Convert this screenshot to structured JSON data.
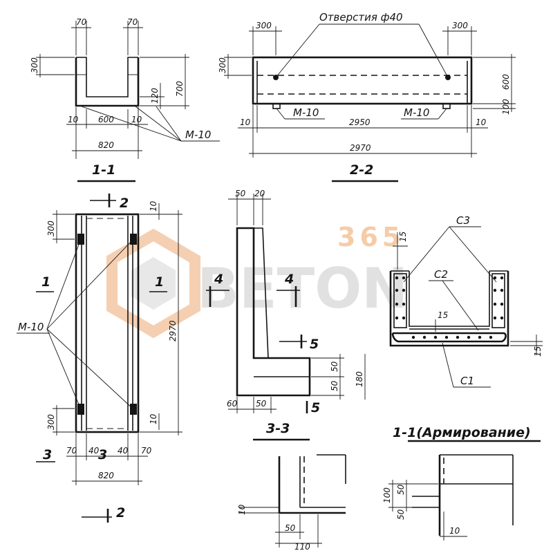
{
  "sections": {
    "s11": {
      "title": "1-1",
      "dims": [
        "70",
        "70",
        "300",
        "700",
        "120",
        "10",
        "600",
        "10",
        "820"
      ],
      "marker": "M-10"
    },
    "s22": {
      "title": "2-2",
      "note": "Отверстия ф40",
      "dims": [
        "300",
        "300",
        "300",
        "600",
        "100",
        "10",
        "2950",
        "10",
        "2970"
      ],
      "markers": [
        "M-10",
        "M-10"
      ]
    },
    "plan": {
      "section_labels": [
        "1",
        "1",
        "2",
        "2",
        "3",
        "3"
      ],
      "marker": "M-10",
      "dims": [
        "300",
        "10",
        "2970",
        "300",
        "10",
        "70",
        "40",
        "40",
        "70",
        "820"
      ]
    },
    "s33": {
      "title": "3-3",
      "dims": [
        "50",
        "20",
        "50",
        "60",
        "50",
        "180",
        "50",
        "5",
        "5",
        "4",
        "4"
      ]
    },
    "reinf": {
      "title": "1-1(Армирование)",
      "labels": [
        "C3",
        "C2",
        "C1"
      ],
      "dims": [
        "15",
        "15",
        "15"
      ]
    },
    "detail4": {
      "dims": [
        "10",
        "50",
        "110"
      ]
    },
    "detail5": {
      "dims": [
        "50",
        "100",
        "50",
        "10"
      ]
    }
  },
  "watermark": {
    "number": "365",
    "text": "BETON",
    "color": "#f4c49a"
  }
}
